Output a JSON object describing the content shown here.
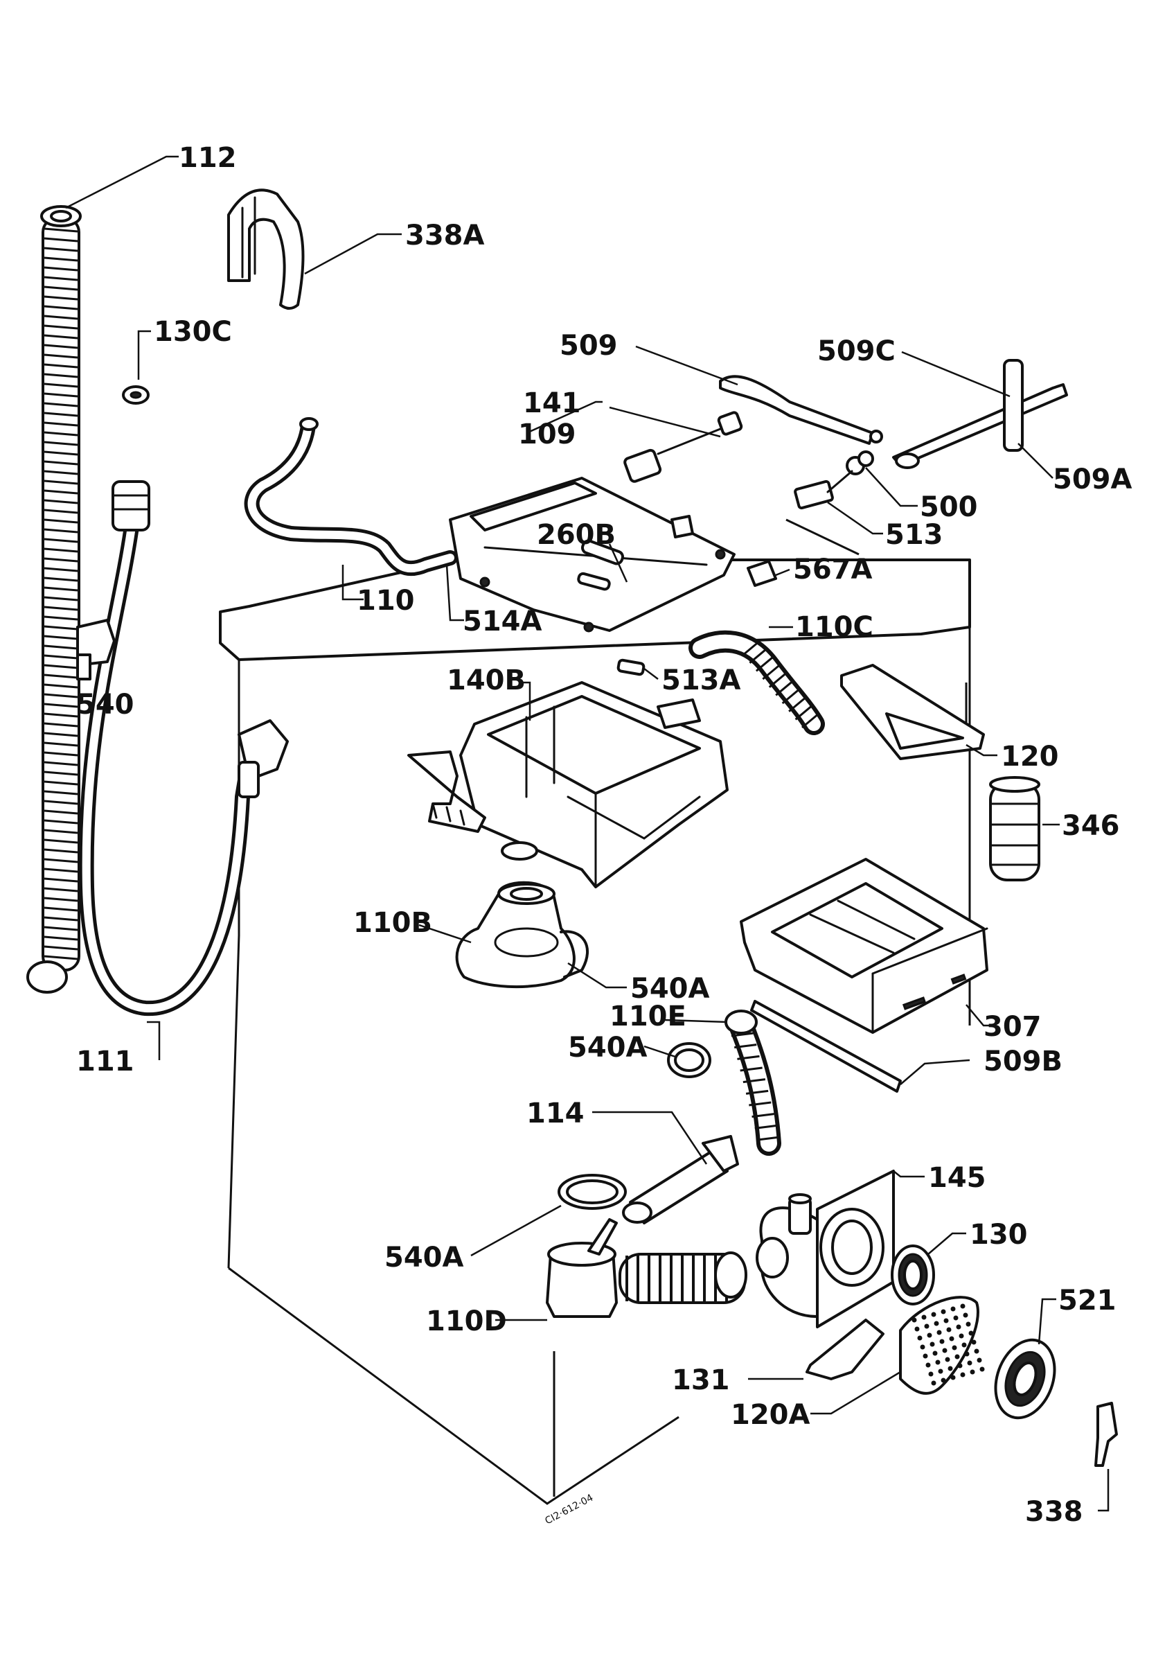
{
  "labels": {
    "l112": "112",
    "l338a": "338A",
    "l130c": "130C",
    "l509": "509",
    "l509c": "509C",
    "l141": "141",
    "l109": "109",
    "l509a": "509A",
    "l500": "500",
    "l513": "513",
    "l260b": "260B",
    "l567a": "567A",
    "l110": "110",
    "l514a": "514A",
    "l110c": "110C",
    "l540": "540",
    "l140b": "140B",
    "l513a": "513A",
    "l120": "120",
    "l346": "346",
    "l110b": "110B",
    "l540a1": "540A",
    "l110e": "110E",
    "l540a2": "540A",
    "l307": "307",
    "l509b": "509B",
    "l111": "111",
    "l114": "114",
    "l145": "145",
    "l130": "130",
    "l540a3": "540A",
    "l110d": "110D",
    "l521": "521",
    "l131": "131",
    "l120a": "120A",
    "l338": "338"
  },
  "drawing_code": "CI2·612·04",
  "colors": {
    "ink": "#111111",
    "paper": "#ffffff"
  }
}
